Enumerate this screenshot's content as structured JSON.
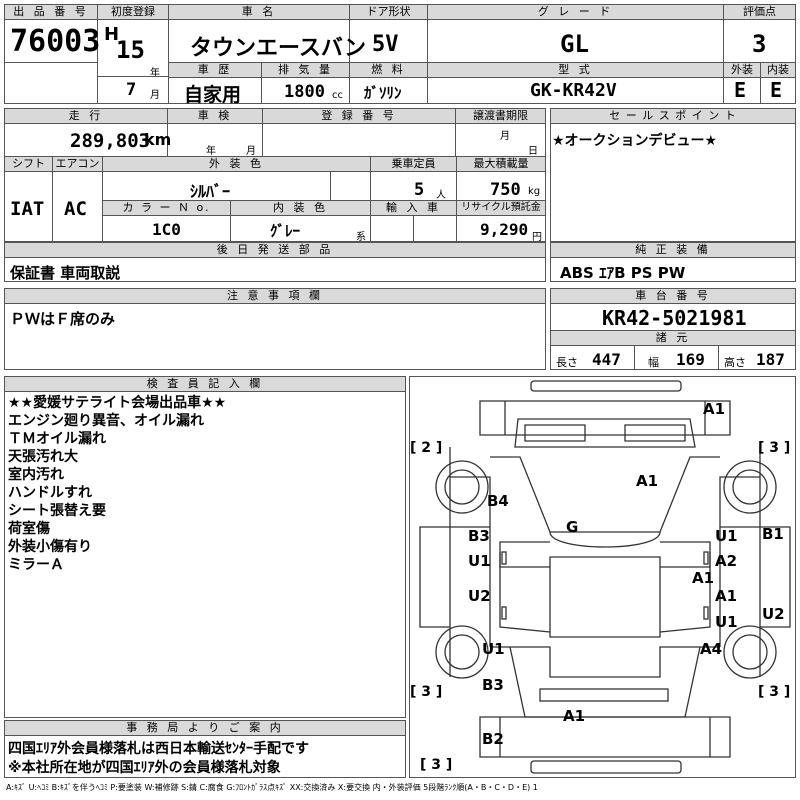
{
  "header": {
    "lot_label": "出 品 番 号",
    "lot_no": "76003",
    "first_reg_label": "初度登録",
    "era": "H",
    "year": "15",
    "year_unit": "年",
    "month": "7",
    "month_unit": "月",
    "car_name_label": "車 名",
    "car_name": "タウンエースバン",
    "door_label": "ドア形状",
    "door": "5V",
    "grade_label": "グ レ ー ド",
    "grade": "GL",
    "score_label": "評価点",
    "score": "3",
    "history_label": "車 歴",
    "history": "自家用",
    "displacement_label": "排 気 量",
    "displacement": "1800",
    "displacement_unit": "cc",
    "fuel_label": "燃 料",
    "fuel": "ｶﾞｿﾘﾝ",
    "model_label": "型 式",
    "model": "GK-KR42V",
    "exterior_label": "外装",
    "exterior": "E",
    "interior_label": "内装",
    "interior": "E"
  },
  "row2": {
    "mileage_label": "走 行",
    "mileage": "289,803",
    "mileage_unit": "km",
    "inspection_label": "車 検",
    "inspection_year_unit": "年",
    "inspection_month_unit": "月",
    "reg_no_label": "登 録 番 号",
    "transfer_label": "譲渡書期限",
    "transfer_unit_month": "月",
    "transfer_unit_day": "日",
    "sales_point_label": "セ ー ル ス ポ イ ン ト",
    "sales_point": "★オークションデビュー★"
  },
  "row3": {
    "shift_label": "シフト",
    "shift": "IAT",
    "ac_label": "エアコン",
    "ac": "AC",
    "ext_color_label": "外 装 色",
    "ext_color": "ｼﾙﾊﾞｰ",
    "capacity_label": "乗車定員",
    "capacity": "5",
    "capacity_unit": "人",
    "max_load_label": "最大積載量",
    "max_load": "750",
    "max_load_unit": "kg",
    "color_no_label": "カ ラ ー Ｎ o.",
    "color_no": "1C0",
    "int_color_label": "内 装 色",
    "int_color": "ｸﾞﾚｰ",
    "int_color_unit": "系",
    "import_label": "輸 入 車",
    "recycle_label": "リサイクル預託金",
    "recycle": "9,290",
    "recycle_unit": "円"
  },
  "later_parts": {
    "label": "後 日 発 送 部 品",
    "value": "保証書 車両取説"
  },
  "equipment": {
    "label": "純 正 装 備",
    "value": "ABS ｴｱB PS PW"
  },
  "notes": {
    "label": "注 意 事 項 欄",
    "value": "ＰＷはＦ席のみ"
  },
  "chassis": {
    "label": "車 台 番 号",
    "value": "KR42-5021981",
    "spec_label": "諸 元",
    "length_label": "長さ",
    "length": "447",
    "width_label": "幅",
    "width": "169",
    "height_label": "高さ",
    "height": "187"
  },
  "inspector": {
    "label": "検 査 員 記 入 欄",
    "lines": [
      "★★愛媛サテライト会場出品車★★",
      "エンジン廻り異音、オイル漏れ",
      "ＴＭオイル漏れ",
      "天張汚れ大",
      "室内汚れ",
      "ハンドルすれ",
      "シート張替え要",
      "荷室傷",
      "外装小傷有り",
      "ミラーＡ"
    ]
  },
  "office": {
    "label": "事 務 局 よ り ご 案 内",
    "lines": [
      "四国ｴﾘｱ外会員様落札は西日本輸送ｾﾝﾀｰ手配です",
      "※本社所在地が四国ｴﾘｱ外の会員様落札対象"
    ]
  },
  "diagram": {
    "marks": {
      "a1_roof": "A1",
      "bracket_2": "[ 2 ]",
      "bracket_3_tr": "[ 3 ]",
      "a1_hood": "A1",
      "b4": "B4",
      "g": "G",
      "b3_left": "B3",
      "u1_left_upper": "U1",
      "u1_right_upper": "U1",
      "b1": "B1",
      "a2": "A2",
      "a1_right_mid": "A1",
      "u2_left": "U2",
      "a1_right_lower": "A1",
      "u1_right_lower": "U1",
      "u2_right": "U2",
      "u1_left_lower": "U1",
      "a4": "A4",
      "bracket_3_bl": "[ 3 ]",
      "b3_lower": "B3",
      "bracket_3_br": "[ 3 ]",
      "a1_rear": "A1",
      "b2": "B2",
      "bracket_3_bottom": "[ 3 ]"
    }
  },
  "legend": "A:ｷｽﾞ U:ﾍｺﾐ B:ｷｽﾞを伴うﾍｺﾐ P:要塗装 W:補修跡 S:錆 C:腐食 G:ﾌﾛﾝﾄｶﾞﾗｽ点ｷｽﾞ XX:交換済み X:要交換 内・外装評価 5段階ﾗﾝｸ順(A・B・C・D・E) 1"
}
